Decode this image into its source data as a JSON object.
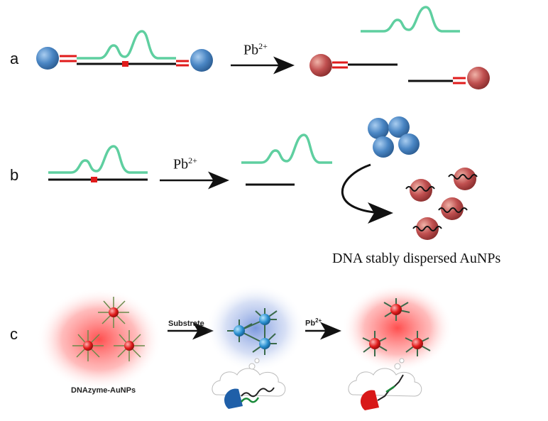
{
  "panels": {
    "a": {
      "label": "a",
      "reagent": "Pb",
      "charge": "2+"
    },
    "b": {
      "label": "b",
      "reagent": "Pb",
      "charge": "2+",
      "caption": "DNA stably dispersed AuNPs"
    },
    "c": {
      "label": "c",
      "arrow1_label": "Substrate",
      "arrow2_label": "Pb",
      "arrow2_charge": "2+",
      "caption": "DNAzyme-AuNPs"
    }
  },
  "colors": {
    "blue_particle": "#4a86c4",
    "red_particle": "#c05050",
    "dna_green": "#5fcfa0",
    "dna_black": "#111111",
    "cleavage_site": "#e01b1b",
    "glow_red": "#ff3b3b",
    "glow_blue": "#6e8fd8"
  }
}
